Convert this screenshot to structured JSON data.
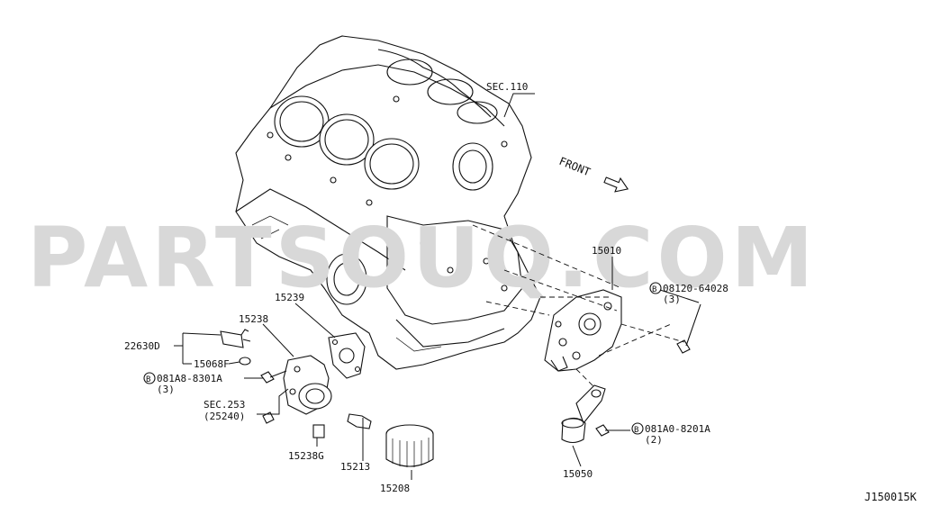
{
  "watermark": "PARTSOUQ.COM",
  "diagram_code": "J150015K",
  "front_label": "FRONT",
  "callouts": {
    "sec110": "SEC.110",
    "p15010": "15010",
    "bolt_a_code": "08120-64028",
    "bolt_a_qty": "(3)",
    "p15239": "15239",
    "p15238": "15238",
    "p22630d": "22630D",
    "p15068f": "15068F",
    "bolt_b_code": "081A8-8301A",
    "bolt_b_qty": "(3)",
    "sec253": "SEC.253",
    "sec253_ref": "(25240)",
    "p15238g": "15238G",
    "p15213": "15213",
    "p15208": "15208",
    "bolt_c_code": "081A0-8201A",
    "bolt_c_qty": "(2)",
    "p15050": "15050"
  },
  "bolt_marker": "B"
}
